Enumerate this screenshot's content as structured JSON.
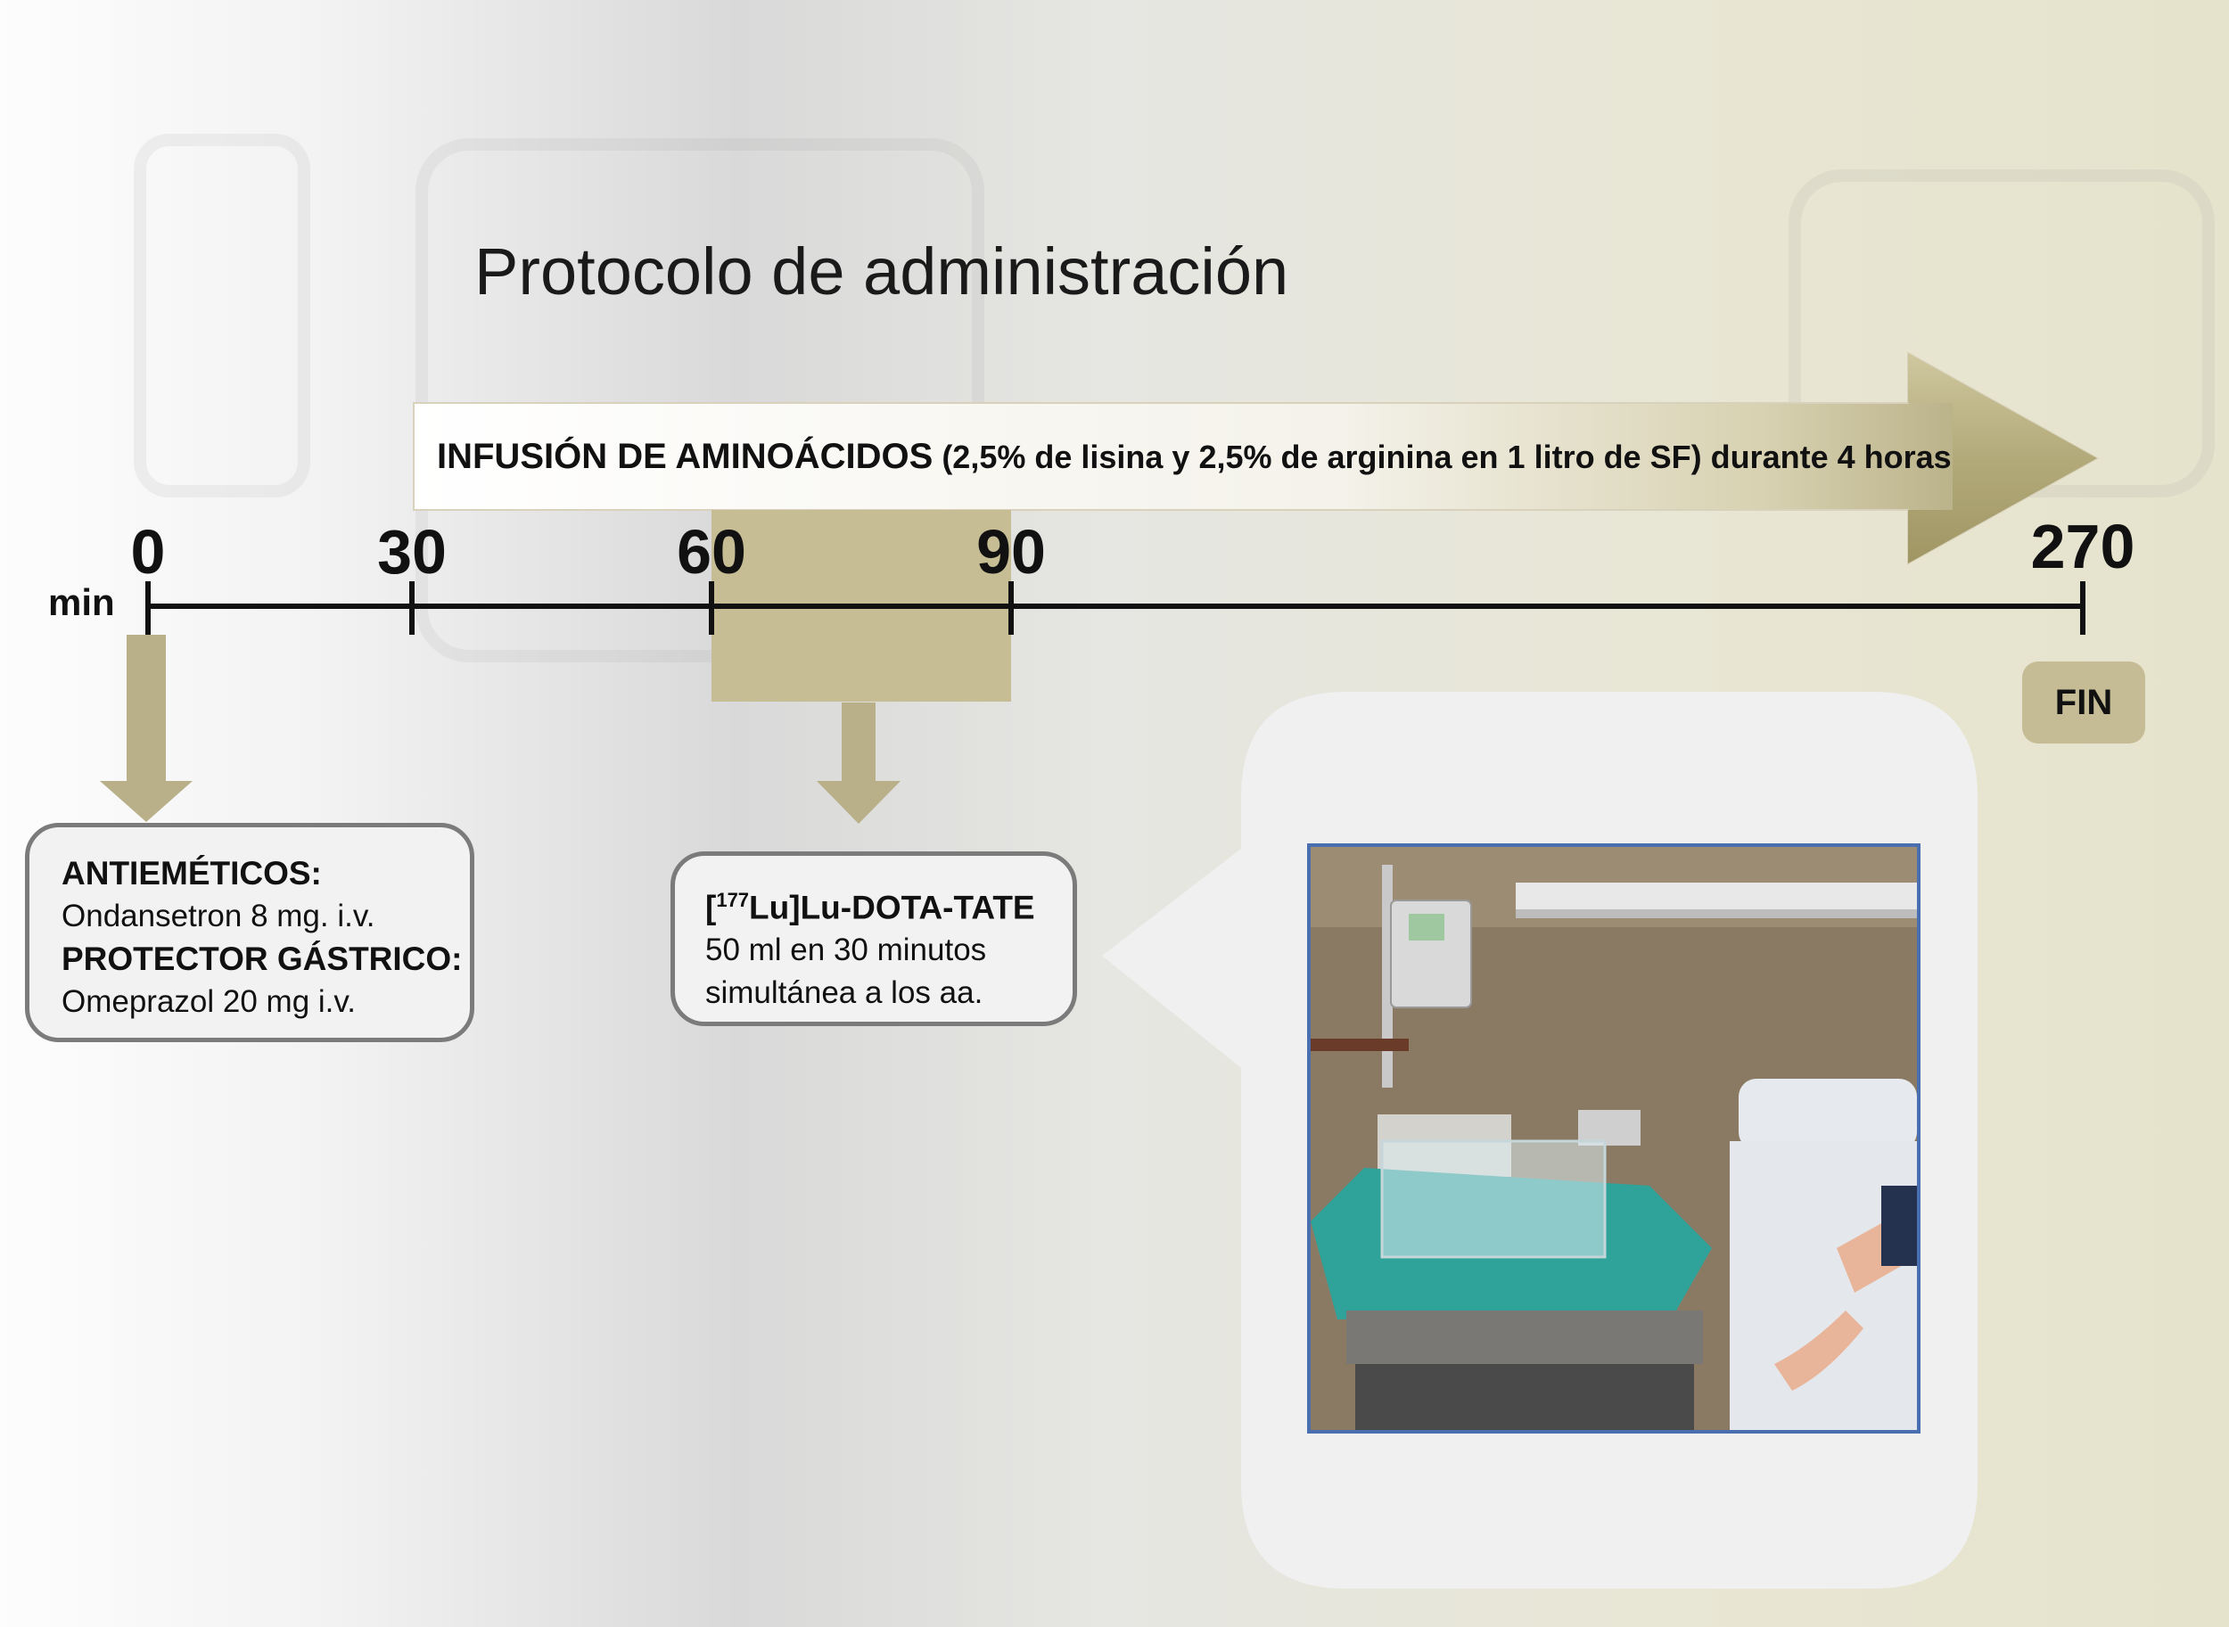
{
  "title": "Protocolo de administración",
  "infusion": {
    "main": "INFUSIÓN DE AMINOÁCIDOS",
    "detail": " (2,5% de lisina y 2,5% de arginina en 1 litro de SF) durante 4 horas"
  },
  "timeline": {
    "unit": "min",
    "ticks": [
      {
        "value": 0,
        "label": "0"
      },
      {
        "value": 30,
        "label": "30"
      },
      {
        "value": 60,
        "label": "60"
      },
      {
        "value": 90,
        "label": "90"
      },
      {
        "value": 270,
        "label": "270"
      }
    ],
    "window": {
      "start": 60,
      "end": 90
    },
    "end_label": "FIN"
  },
  "box1": {
    "h1": "ANTIEMÉTICOS:",
    "l1": "Ondansetron 8 mg. i.v.",
    "h2": "PROTECTOR GÁSTRICO:",
    "l2": "Omeprazol 20 mg i.v."
  },
  "box2": {
    "open": "[",
    "sup": "177",
    "rest": "Lu]Lu-DOTA-TATE",
    "l1": "50 ml en 30 minutos",
    "l2": "simultánea a los aa."
  },
  "colors": {
    "accent": "#c6bd94",
    "arrow_dark": "#a59c6c",
    "box_border": "#7b7b7b",
    "photo_border": "#4a6fb0"
  }
}
